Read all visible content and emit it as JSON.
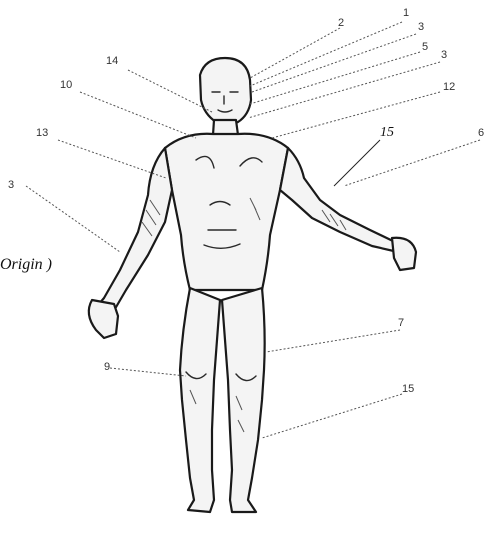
{
  "figure": {
    "origin_text": "Origin )",
    "labels": [
      {
        "id": "top-1",
        "text": "2"
      },
      {
        "id": "top-2",
        "text": "1"
      },
      {
        "id": "top-3",
        "text": "3"
      },
      {
        "id": "top-4",
        "text": "5"
      },
      {
        "id": "top-5",
        "text": "3"
      },
      {
        "id": "right-12",
        "text": "12"
      },
      {
        "id": "left-14",
        "text": "14"
      },
      {
        "id": "left-10",
        "text": "10"
      },
      {
        "id": "left-13",
        "text": "13"
      },
      {
        "id": "left-3",
        "text": "3"
      },
      {
        "id": "arm-15",
        "text": "15"
      },
      {
        "id": "right-6",
        "text": "6"
      },
      {
        "id": "right-7",
        "text": "7"
      },
      {
        "id": "left-9",
        "text": "9"
      },
      {
        "id": "right-15",
        "text": "15"
      }
    ]
  }
}
